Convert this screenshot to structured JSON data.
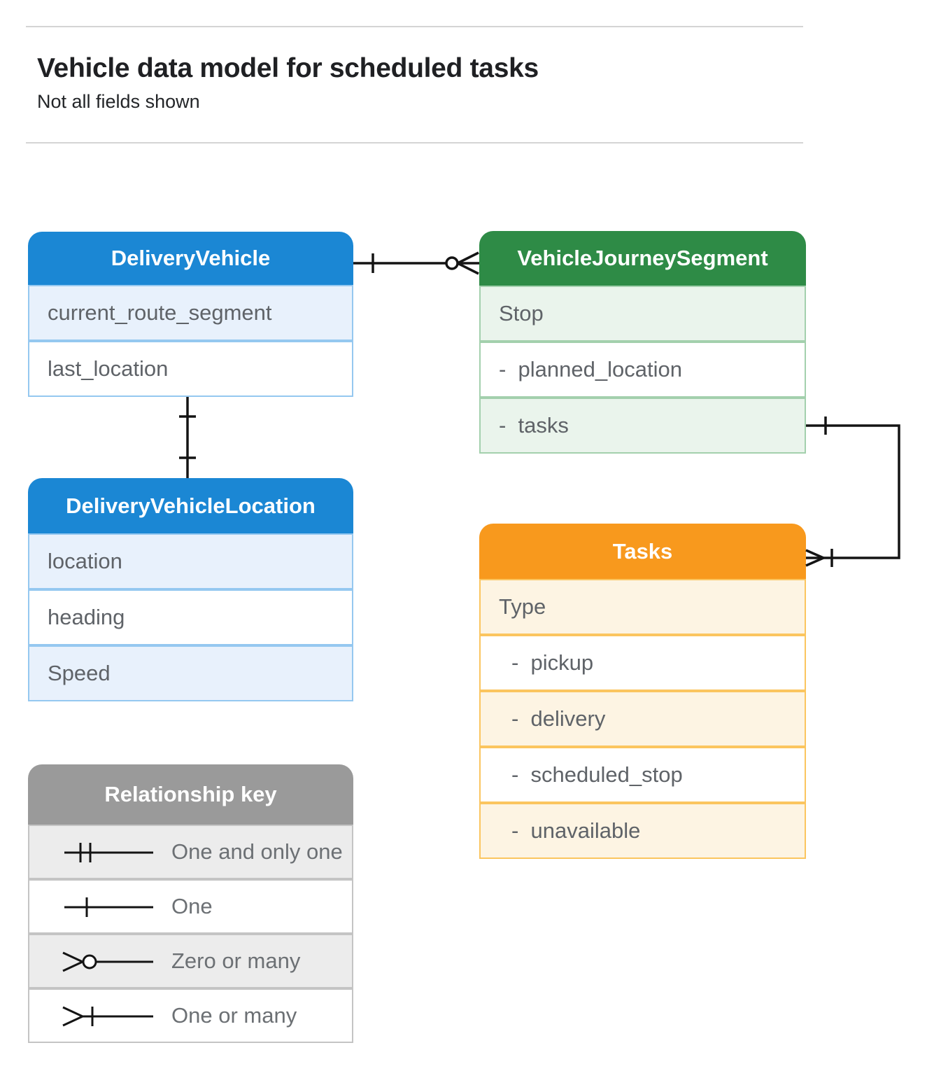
{
  "page": {
    "title": "Vehicle data model for scheduled tasks",
    "subtitle": "Not all fields shown"
  },
  "entities": [
    {
      "id": "delivery-vehicle",
      "title": "DeliveryVehicle",
      "theme": "blue",
      "rows": [
        "current_route_segment",
        "last_location"
      ]
    },
    {
      "id": "vehicle-journey-segment",
      "title": "VehicleJourneySegment",
      "theme": "green",
      "rows": [
        "Stop",
        "-  planned_location",
        "-  tasks"
      ]
    },
    {
      "id": "delivery-vehicle-location",
      "title": "DeliveryVehicleLocation",
      "theme": "blue",
      "rows": [
        "location",
        "heading",
        "Speed"
      ]
    },
    {
      "id": "tasks",
      "title": "Tasks",
      "theme": "orange",
      "rows": [
        "Type",
        "-  pickup",
        "-  delivery",
        "-  scheduled_stop",
        "-  unavailable"
      ]
    }
  ],
  "legend": {
    "title": "Relationship key",
    "items": [
      {
        "symbol": "one-and-only-one",
        "label": "One and only one"
      },
      {
        "symbol": "one",
        "label": "One"
      },
      {
        "symbol": "zero-or-many",
        "label": "Zero or many"
      },
      {
        "symbol": "one-or-many",
        "label": "One or many"
      }
    ]
  },
  "connectors": [
    {
      "from": "DeliveryVehicle",
      "to": "VehicleJourneySegment",
      "from_cardinality": "one",
      "to_cardinality": "zero-or-many"
    },
    {
      "from": "DeliveryVehicle",
      "to": "DeliveryVehicleLocation",
      "from_cardinality": "one",
      "to_cardinality": "one"
    },
    {
      "from": "VehicleJourneySegment",
      "to": "Tasks",
      "from_cardinality": "one",
      "to_cardinality": "one-or-many"
    }
  ],
  "colors": {
    "blue_header": "#1b87d4",
    "blue_row_tint": "#e8f1fc",
    "blue_border": "#95c8f0",
    "green_header": "#2e8b46",
    "green_row_tint": "#eaf4ec",
    "green_border": "#a3d0ad",
    "orange_header": "#f8991d",
    "orange_row_tint": "#fdf4e3",
    "orange_border": "#fbc55f",
    "gray_header": "#9a9a9a",
    "gray_row_tint": "#ececec",
    "gray_border": "#c4c4c4",
    "row_text": "#5f6368",
    "connector_line": "#141414"
  }
}
